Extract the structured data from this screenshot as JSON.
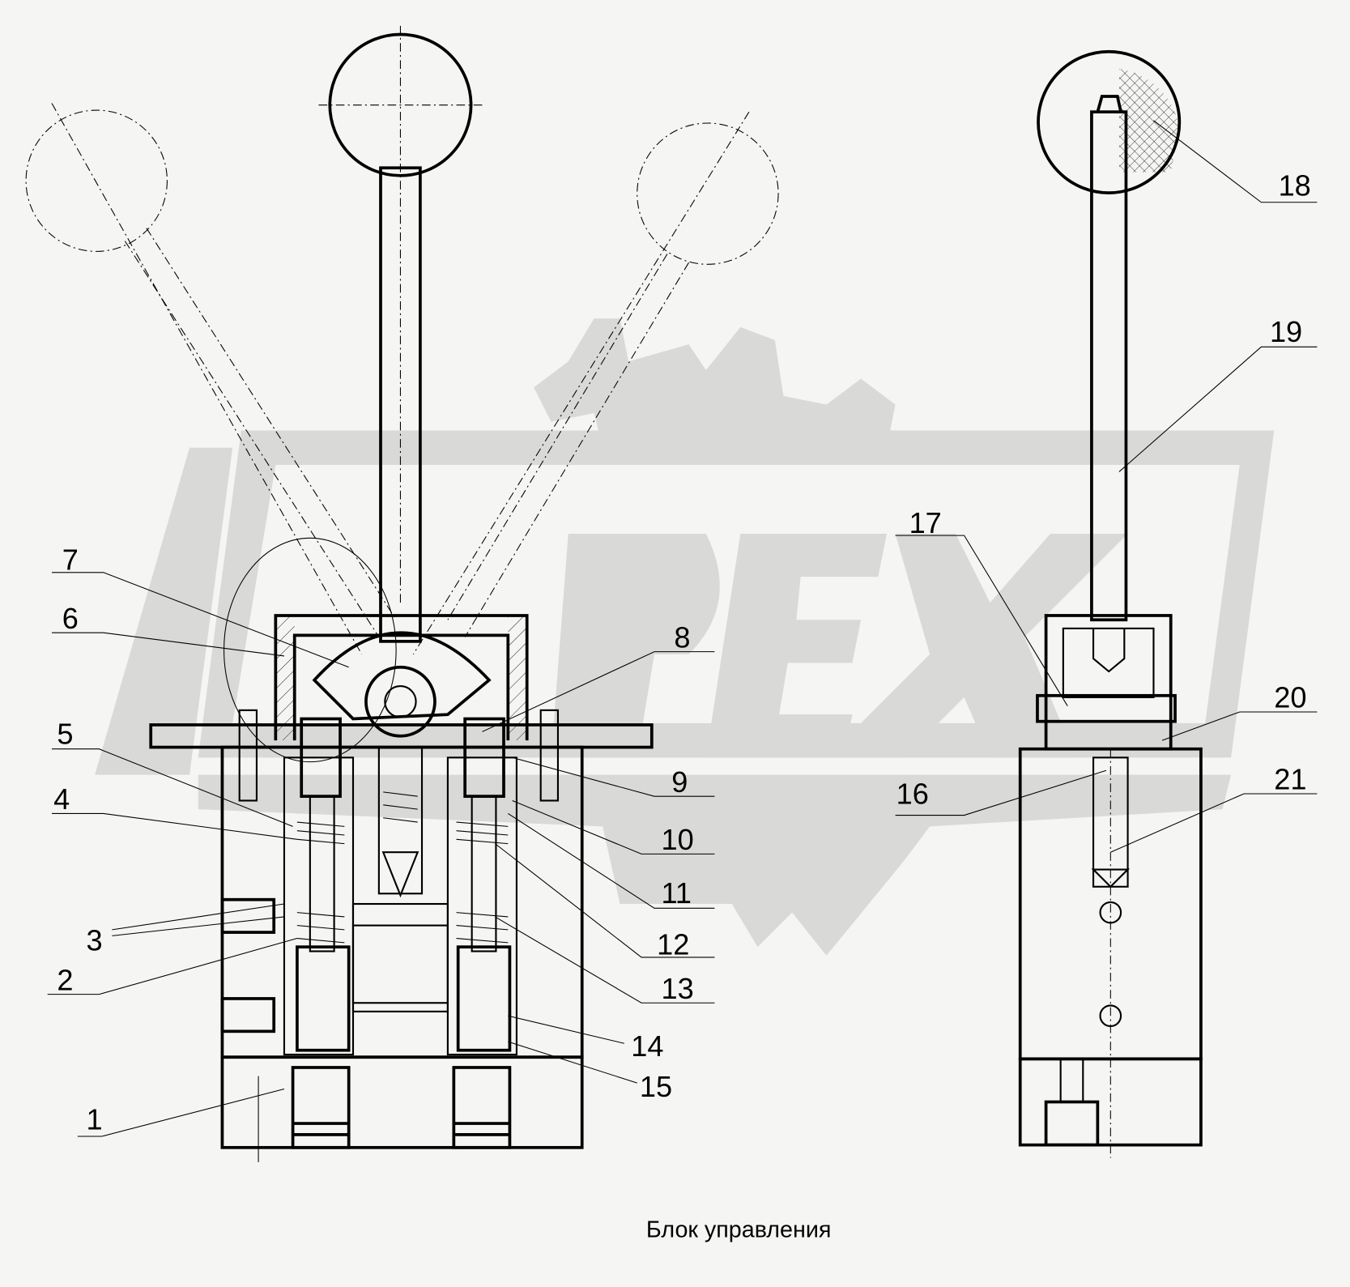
{
  "caption": "Блок управления",
  "watermark": "REX",
  "callouts": [
    {
      "id": "1",
      "label": "1"
    },
    {
      "id": "2",
      "label": "2"
    },
    {
      "id": "3",
      "label": "3"
    },
    {
      "id": "4",
      "label": "4"
    },
    {
      "id": "5",
      "label": "5"
    },
    {
      "id": "6",
      "label": "6"
    },
    {
      "id": "7",
      "label": "7"
    },
    {
      "id": "8",
      "label": "8"
    },
    {
      "id": "9",
      "label": "9"
    },
    {
      "id": "10",
      "label": "10"
    },
    {
      "id": "11",
      "label": "11"
    },
    {
      "id": "12",
      "label": "12"
    },
    {
      "id": "13",
      "label": "13"
    },
    {
      "id": "14",
      "label": "14"
    },
    {
      "id": "15",
      "label": "15"
    },
    {
      "id": "16",
      "label": "16"
    },
    {
      "id": "17",
      "label": "17"
    },
    {
      "id": "18",
      "label": "18"
    },
    {
      "id": "19",
      "label": "19"
    },
    {
      "id": "20",
      "label": "20"
    },
    {
      "id": "21",
      "label": "21"
    }
  ],
  "colors": {
    "background": "#f5f5f3",
    "watermark": "#d9d9d7",
    "line": "#000000"
  }
}
